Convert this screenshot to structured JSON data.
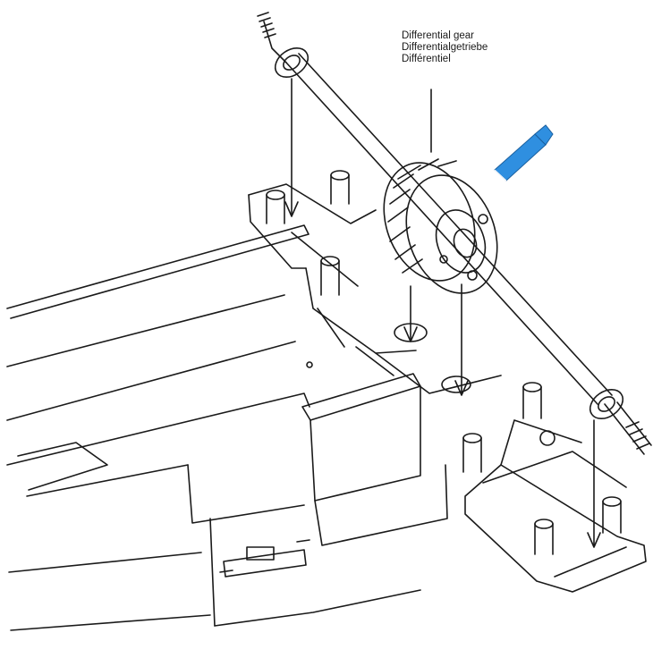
{
  "callout": {
    "label_en": "Differential gear",
    "label_de": "Differentialgetriebe",
    "label_fr": "Différentiel"
  },
  "icons": {
    "grease_tube": "grease-tube-icon"
  },
  "colors": {
    "grease_tube": "#2f8fe0",
    "line_art": "#1a1a1a",
    "background": "#ffffff"
  }
}
